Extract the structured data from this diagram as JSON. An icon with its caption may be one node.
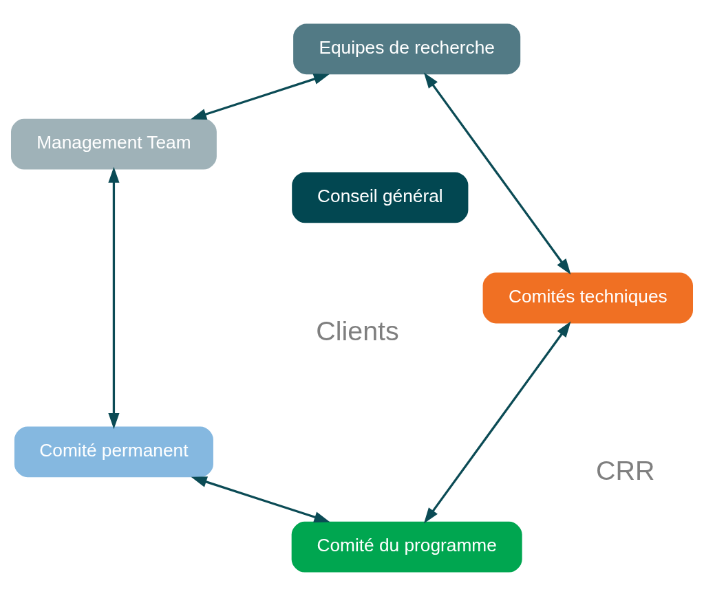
{
  "diagram": {
    "nodes": [
      {
        "text": [
          "Comité du programme"
        ]
      },
      {
        "text": [
          "Conseil général"
        ]
      },
      {
        "text": [
          "Comité permanent"
        ]
      },
      {
        "text": [
          "Comités techniques"
        ]
      },
      {
        "text": [
          "Management Team"
        ]
      },
      {
        "text": [
          "Equipes de recherche"
        ]
      }
    ],
    "edges": [
      {
        "from": 0,
        "to": 2,
        "arrow": "both"
      },
      {
        "from": 3,
        "to": 0,
        "arrow": "both"
      },
      {
        "from": 2,
        "to": 4,
        "arrow": "both"
      },
      {
        "from": 4,
        "to": 5,
        "arrow": "both"
      },
      {
        "from": 5,
        "to": 3,
        "arrow": "both"
      }
    ],
    "labels": [
      "Clients",
      "CRR"
    ]
  }
}
